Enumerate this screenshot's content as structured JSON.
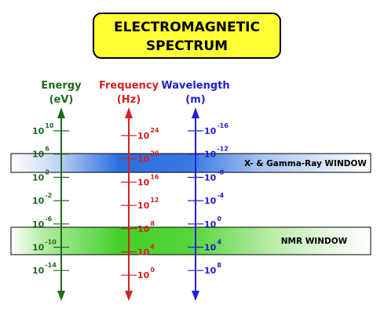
{
  "title": {
    "line1": "ELECTROMAGNETIC",
    "line2": "SPECTRUM"
  },
  "axes": {
    "energy": {
      "label_line1": "Energy",
      "label_line2": "(eV)",
      "color": "#1f6a1f",
      "ticks": [
        {
          "base": "10",
          "exp": "10"
        },
        {
          "base": "10",
          "exp": "6"
        },
        {
          "base": "10",
          "exp": "2"
        },
        {
          "base": "10",
          "exp": "-2"
        },
        {
          "base": "10",
          "exp": "-6"
        },
        {
          "base": "10",
          "exp": "-10"
        },
        {
          "base": "10",
          "exp": "-14"
        }
      ]
    },
    "frequency": {
      "label_line1": "Frequency",
      "label_line2": "(Hz)",
      "color": "#d42020",
      "ticks": [
        {
          "base": "10",
          "exp": "24"
        },
        {
          "base": "10",
          "exp": "20"
        },
        {
          "base": "10",
          "exp": "16"
        },
        {
          "base": "10",
          "exp": "12"
        },
        {
          "base": "10",
          "exp": "8"
        },
        {
          "base": "10",
          "exp": "4"
        },
        {
          "base": "10",
          "exp": "0"
        }
      ]
    },
    "wavelength": {
      "label_line1": "Wavelength",
      "label_line2": "(m)",
      "color": "#2020d0",
      "ticks": [
        {
          "base": "10",
          "exp": "-16"
        },
        {
          "base": "10",
          "exp": "-12"
        },
        {
          "base": "10",
          "exp": "-8"
        },
        {
          "base": "10",
          "exp": "-4"
        },
        {
          "base": "10",
          "exp": "0"
        },
        {
          "base": "10",
          "exp": "4"
        },
        {
          "base": "10",
          "exp": "8"
        }
      ]
    }
  },
  "windows": {
    "xray": {
      "label": "X- & Gamma-Ray WINDOW",
      "color": "#2a6ee0"
    },
    "nmr": {
      "label": "NMR WINDOW",
      "color": "#44d02a"
    }
  },
  "colors": {
    "title_background": "#ffff33",
    "title_text": "#000000"
  }
}
